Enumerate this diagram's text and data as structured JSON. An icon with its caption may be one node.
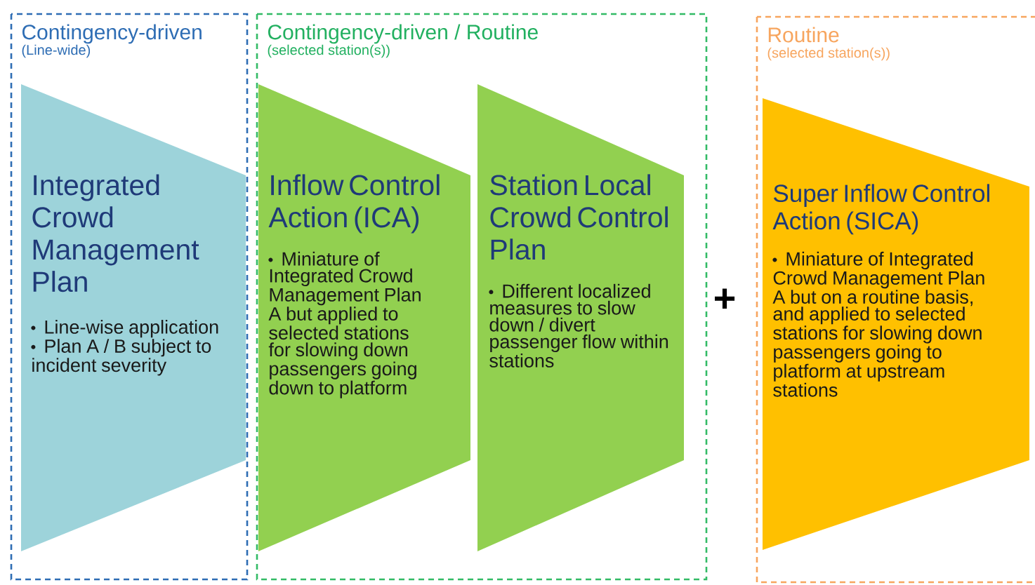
{
  "diagram": {
    "nodes": [
      {
        "text": [
          "Contingency-driven",
          "(Line-wide)"
        ]
      },
      {
        "text": [
          "Integrated Crowd Management Plan",
          "Line-wise application",
          "Plan A / B subject to incident severity"
        ],
        "in": 0
      },
      {
        "text": [
          "Contingency-driven / Routine",
          "(selected station(s))"
        ]
      },
      {
        "text": [
          "Inflow Control Action (ICA)",
          "Miniature of Integrated Crowd Management Plan A but applied to selected stations for slowing down passengers going down to platform"
        ],
        "in": 2
      },
      {
        "text": [
          "Station Local Crowd Control Plan",
          "Different localized measures to slow down / divert passenger flow within stations"
        ],
        "in": 2
      },
      {
        "text": [
          "Routine",
          "(selected station(s))"
        ]
      },
      {
        "text": [
          "Super Inflow Control Action (SICA)",
          "Miniature of Integrated Crowd Management Plan A but on a routine basis, and applied to selected stations for slowing down passengers going to platform at upstream stations"
        ],
        "in": 5
      }
    ],
    "labels": [
      "+"
    ]
  }
}
